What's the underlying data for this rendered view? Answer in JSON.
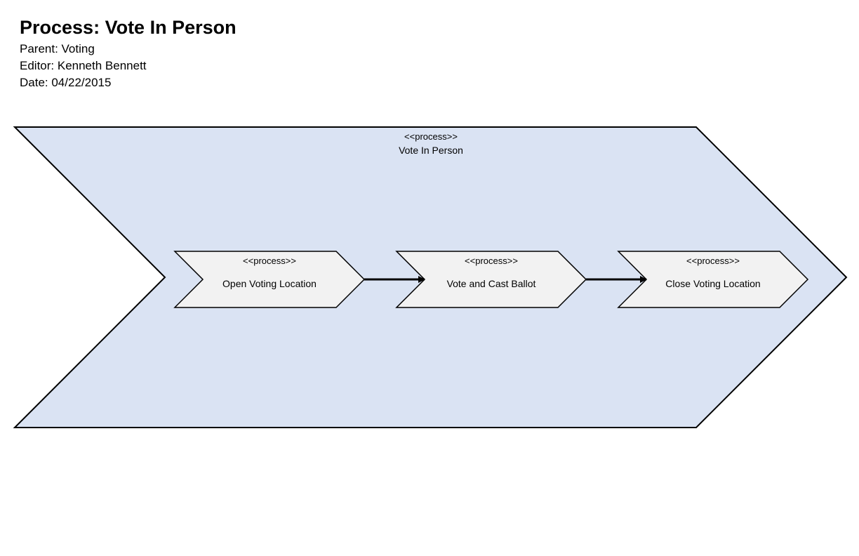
{
  "header": {
    "title": "Process: Vote In Person",
    "parent": "Parent: Voting",
    "editor": "Editor: Kenneth Bennett",
    "date": "Date: 04/22/2015"
  },
  "colors": {
    "outer_fill": "#dae3f3",
    "step_fill": "#f2f2f2",
    "stroke": "#000000"
  },
  "outer_process": {
    "stereotype": "<<process>>",
    "name": "Vote In Person"
  },
  "steps": [
    {
      "stereotype": "<<process>>",
      "name": "Open Voting Location"
    },
    {
      "stereotype": "<<process>>",
      "name": "Vote and Cast Ballot"
    },
    {
      "stereotype": "<<process>>",
      "name": "Close Voting Location"
    }
  ]
}
